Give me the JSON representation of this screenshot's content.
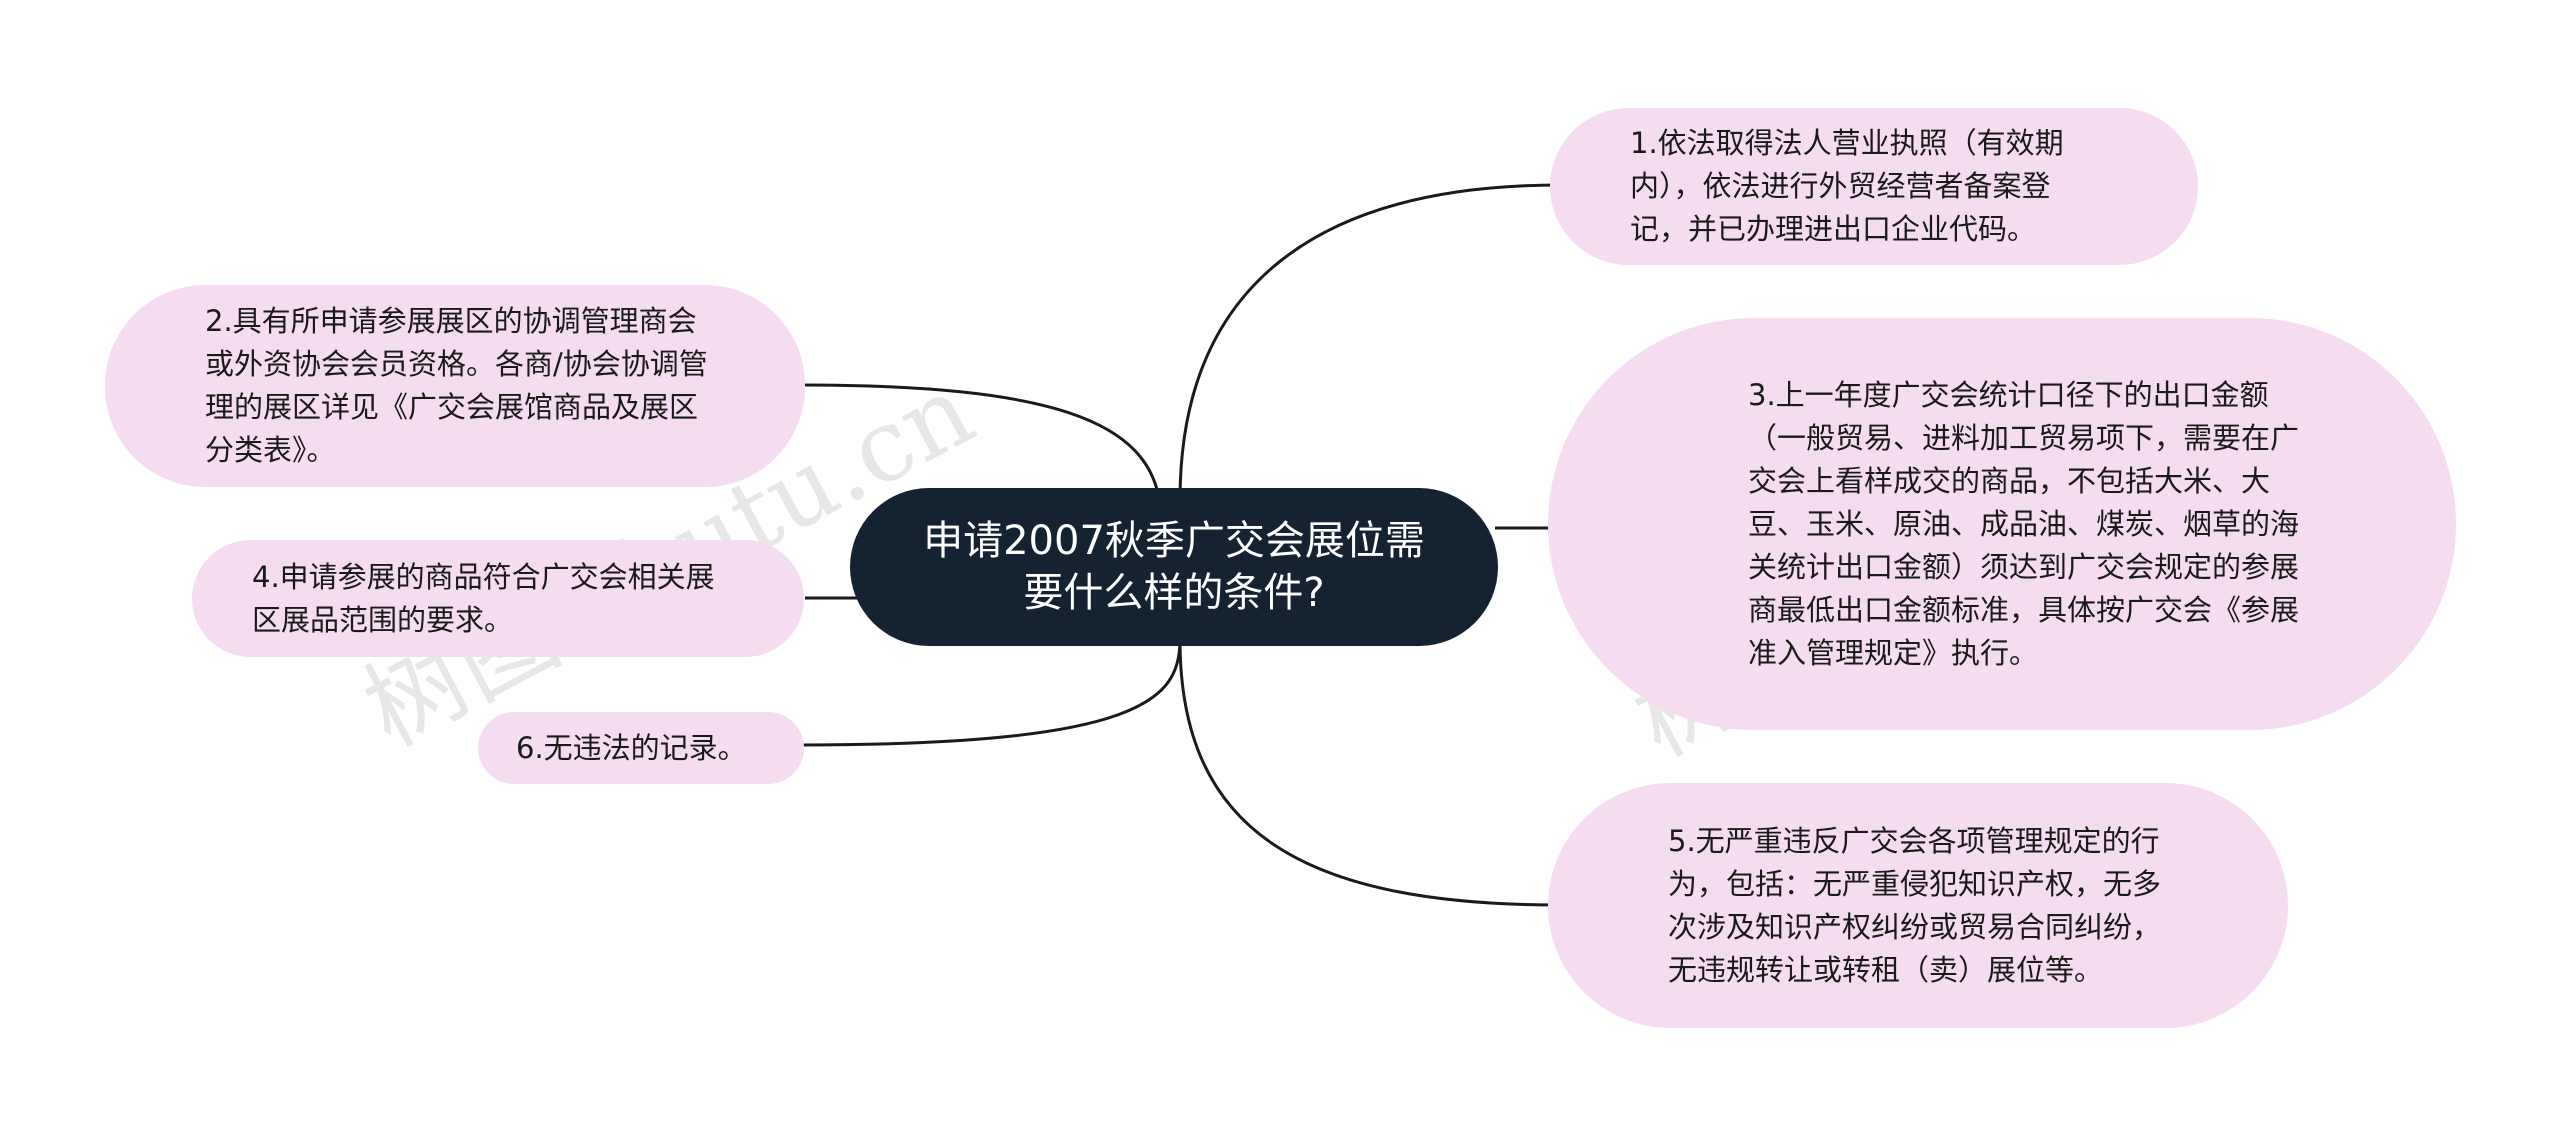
{
  "center": {
    "text": "申请2007秋季广交会展位需要什么样的条件?"
  },
  "nodes": {
    "n1": "1.依法取得法人营业执照（有效期内），依法进行外贸经营者备案登记，并已办理进出口企业代码。",
    "n2": "2.具有所申请参展展区的协调管理商会或外资协会会员资格。各商/协会协调管理的展区详见《广交会展馆商品及展区分类表》。",
    "n3": "3.上一年度广交会统计口径下的出口金额（一般贸易、进料加工贸易项下，需要在广交会上看样成交的商品，不包括大米、大豆、玉米、原油、成品油、煤炭、烟草的海关统计出口金额）须达到广交会规定的参展商最低出口金额标准，具体按广交会《参展准入管理规定》执行。",
    "n4": "4.申请参展的商品符合广交会相关展区展品范围的要求。",
    "n5": "5.无严重违反广交会各项管理规定的行为，包括：无严重侵犯知识产权，无多次涉及知识产权纠纷或贸易合同纠纷，无违规转让或转租（卖）展位等。",
    "n6": "6.无违法的记录。"
  },
  "watermark": {
    "left": "树图 shutu.cn",
    "right": "树图 shutu.cn"
  },
  "colors": {
    "center_fill": "#142231",
    "branch_fill": "#f5dcf0",
    "edge": "#1a1a1a"
  }
}
